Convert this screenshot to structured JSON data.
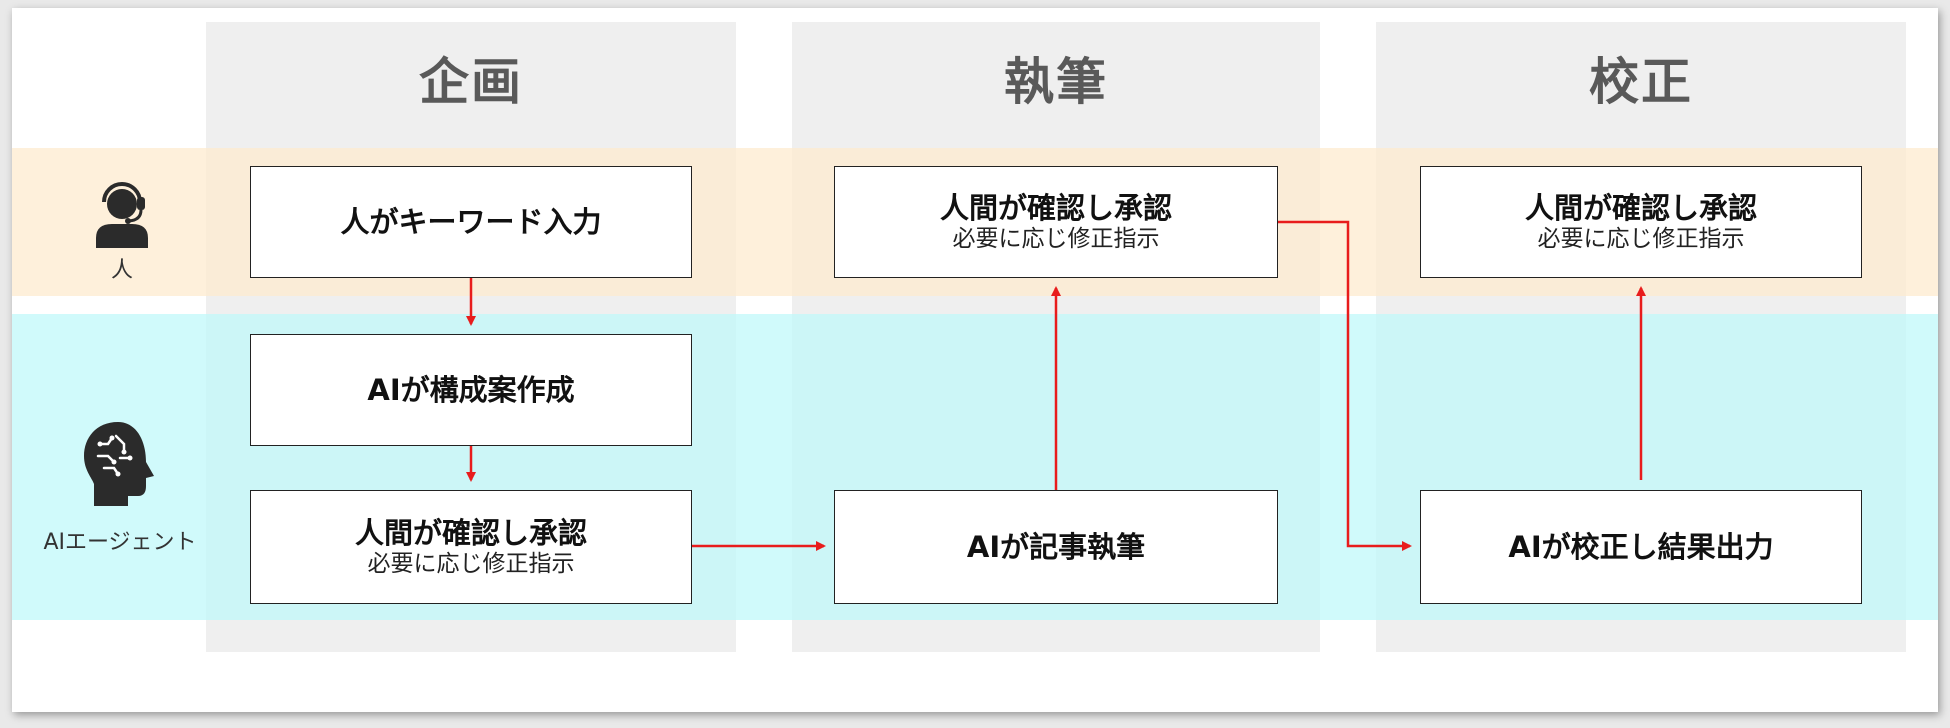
{
  "columns": [
    {
      "title": "企画"
    },
    {
      "title": "執筆"
    },
    {
      "title": "校正"
    }
  ],
  "lanes": {
    "human": {
      "label": "人",
      "icon": "support-agent-icon"
    },
    "ai": {
      "label": "AIエージェント",
      "icon": "ai-head-icon"
    }
  },
  "boxes": {
    "keyword_input": {
      "main": "人がキーワード入力"
    },
    "ai_outline": {
      "main": "AIが構成案作成"
    },
    "plan_approve": {
      "main": "人間が確認し承認",
      "sub": "必要に応じ修正指示"
    },
    "ai_write": {
      "main": "AIが記事執筆"
    },
    "write_approve": {
      "main": "人間が確認し承認",
      "sub": "必要に応じ修正指示"
    },
    "ai_proofread": {
      "main": "AIが校正し結果出力"
    },
    "proof_approve": {
      "main": "人間が確認し承認",
      "sub": "必要に応じ修正指示"
    }
  },
  "colors": {
    "arrow": "#e81c1c",
    "human_band": "#fdeacd",
    "ai_band": "#bef8fa",
    "column_bg": "#efefef",
    "header_text": "#595959",
    "icon": "#2b2b2b"
  }
}
